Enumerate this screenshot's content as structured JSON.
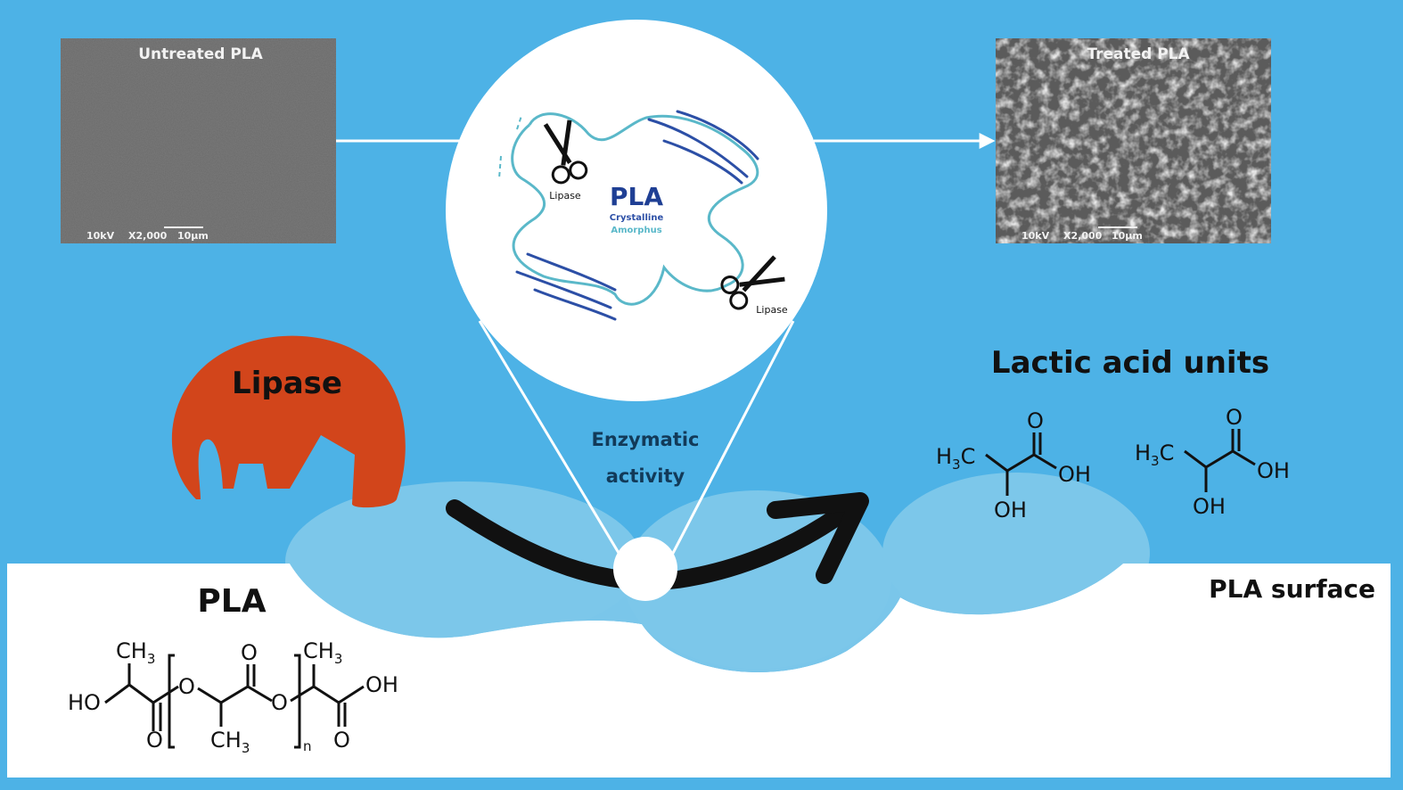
{
  "colors": {
    "background": "#4db2e6",
    "surface": "#ffffff",
    "bubble": "#7cc7ea",
    "lipase": "#d2451b",
    "pla_blue": "#1f3f94",
    "crystalline": "#2c4fa6",
    "amorphous": "#5ab8c9",
    "arrow": "#111111"
  },
  "untreated": {
    "title": "Untreated PLA",
    "voltage": "10kV",
    "magnification": "X2,000",
    "scale": "10µm"
  },
  "treated": {
    "title": "Treated PLA",
    "voltage": "10kV",
    "magnification": "X2,000",
    "scale": "10µm"
  },
  "zoom": {
    "title": "PLA",
    "crystalline": "Crystalline",
    "amorphous": "Amorphus",
    "lipase_label_1": "Lipase",
    "lipase_label_2": "Lipase",
    "scissors_icon": "scissors-icon"
  },
  "lipase_label": "Lipase",
  "enzymatic": {
    "line1": "Enzymatic",
    "line2": "activity"
  },
  "lactic": {
    "title": "Lactic acid units",
    "h3c": "H",
    "h3c_sub": "3",
    "h3c_c": "C",
    "o": "O",
    "oh": "OH"
  },
  "surface_label": "PLA surface",
  "pla": {
    "title": "PLA",
    "ch3": "CH",
    "ch3_sub": "3",
    "ho": "HO",
    "o": "O",
    "oh": "OH",
    "n": "n"
  }
}
